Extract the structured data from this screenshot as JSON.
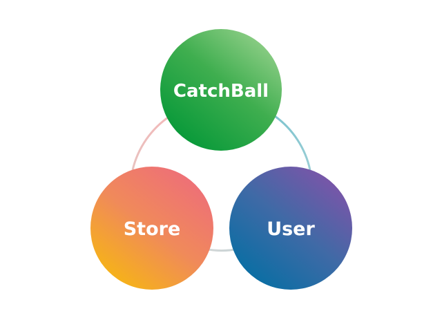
{
  "diagram": {
    "nodes": [
      {
        "id": "catchball",
        "label": "CatchBall"
      },
      {
        "id": "store",
        "label": "Store"
      },
      {
        "id": "user",
        "label": "User"
      }
    ]
  }
}
